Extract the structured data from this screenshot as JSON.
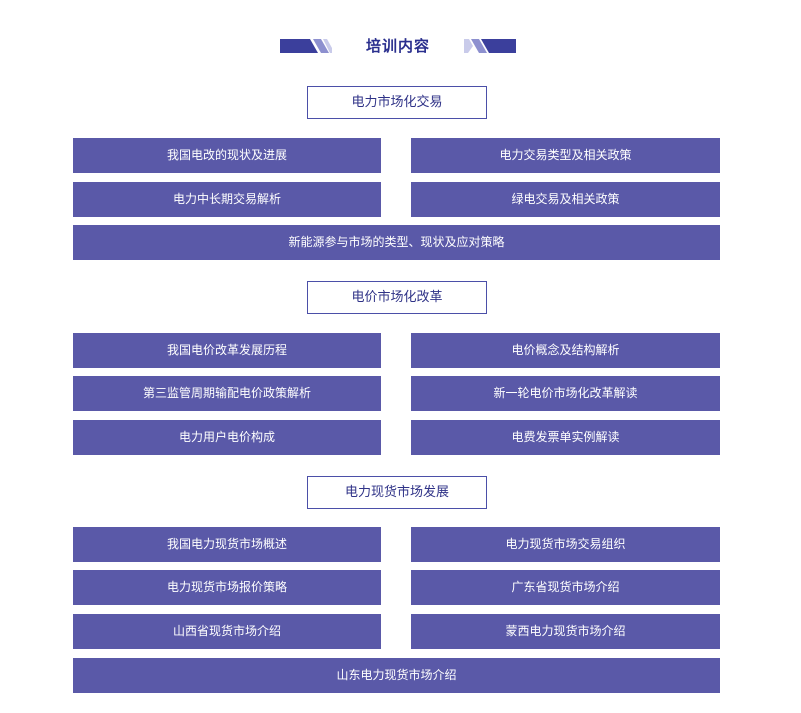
{
  "header": {
    "title": "培训内容"
  },
  "colors": {
    "item_background": "#5a59a8",
    "section_border": "#4b4fa8",
    "header_text": "#2a2f8e",
    "deco_dark": "#3b3f9c",
    "deco_light": "#c9cbea"
  },
  "sections": [
    {
      "title": "电力市场化交易",
      "items": [
        "我国电改的现状及进展",
        "电力交易类型及相关政策",
        "电力中长期交易解析",
        "绿电交易及相关政策",
        "新能源参与市场的类型、现状及应对策略"
      ]
    },
    {
      "title": "电价市场化改革",
      "items": [
        "我国电价改革发展历程",
        "电价概念及结构解析",
        "第三监管周期输配电价政策解析",
        "新一轮电价市场化改革解读",
        "电力用户电价构成",
        "电费发票单实例解读"
      ]
    },
    {
      "title": "电力现货市场发展",
      "items": [
        "我国电力现货市场概述",
        "电力现货市场交易组织",
        "电力现货市场报价策略",
        "广东省现货市场介绍",
        "山西省现货市场介绍",
        "蒙西电力现货市场介绍",
        "山东电力现货市场介绍"
      ]
    }
  ]
}
